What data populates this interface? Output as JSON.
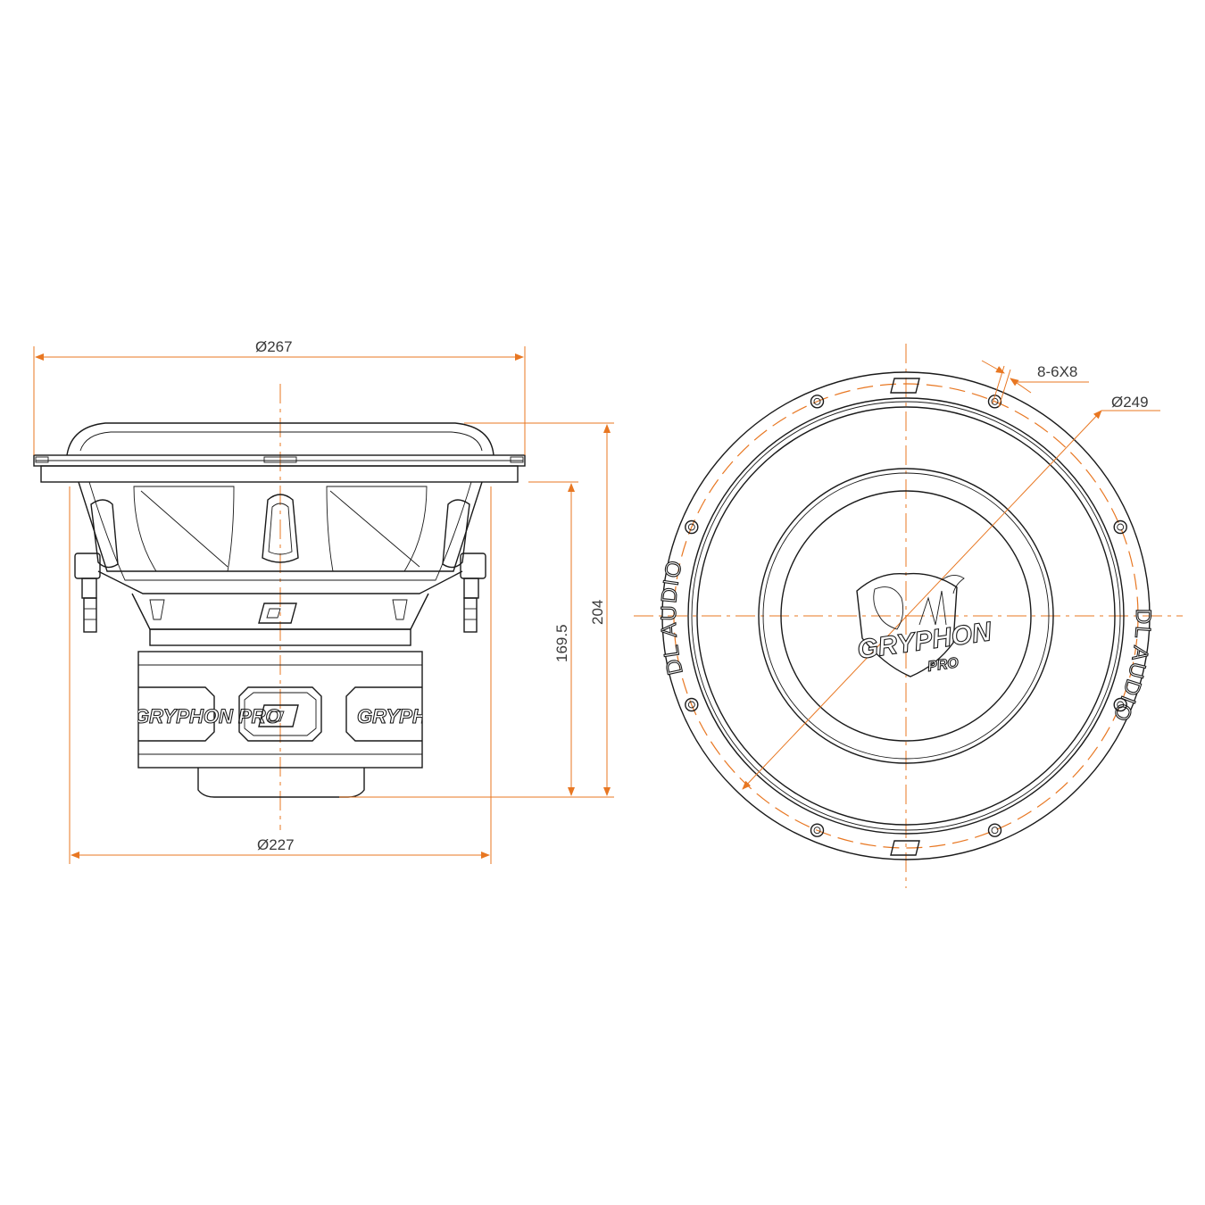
{
  "colors": {
    "dimension": "#e87722",
    "outline": "#1a1a1a",
    "text": "#3a3a3a"
  },
  "dimensions": {
    "overall_diameter": "Ø267",
    "magnet_diameter": "Ø227",
    "mounting_depth": "169.5",
    "total_height": "204",
    "bolt_circle_diameter": "Ø249",
    "mounting_holes": "8-6X8"
  },
  "branding": {
    "magnet_left_text": "GRYPHON PRO",
    "magnet_right_text": "GRYPHON",
    "ring_text": "DL AUDIO",
    "logo_title": "GRYPHON",
    "logo_subtitle": "PRO"
  }
}
